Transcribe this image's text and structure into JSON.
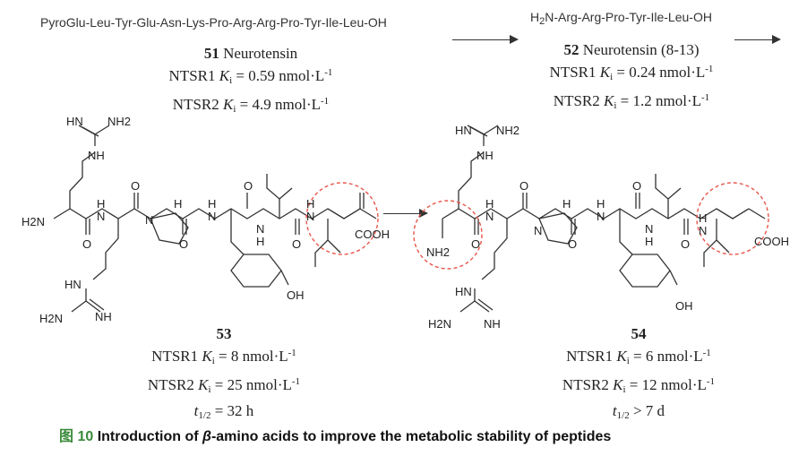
{
  "top": {
    "left_sequence": "PyroGlu-Leu-Tyr-Glu-Asn-Lys-Pro-Arg-Arg-Pro-Tyr-Ile-Leu-OH",
    "right_sequence_prefix": "H",
    "right_sequence_sub": "2",
    "right_sequence_suffix": "N-Arg-Arg-Pro-Tyr-Ile-Leu-OH"
  },
  "compound51": {
    "number": "51",
    "name": "Neurotensin",
    "ntsr1": "0.59",
    "ntsr2": "4.9"
  },
  "compound52": {
    "number": "52",
    "name": "Neurotensin (8-13)",
    "ntsr1": "0.24",
    "ntsr2": "1.2"
  },
  "compound53": {
    "number": "53",
    "ntsr1": "8",
    "ntsr2": "25",
    "half_life": "= 32 h"
  },
  "compound54": {
    "number": "54",
    "ntsr1": "6",
    "ntsr2": "12",
    "half_life": "> 7 d"
  },
  "labels": {
    "ntsr1": "NTSR1",
    "ntsr2": "NTSR2",
    "k": "K",
    "i": "i",
    "t": "t",
    "half": "1/2",
    "eq": "=",
    "unit_nmol": "nmol·L",
    "unit_exp": "-1"
  },
  "atoms": {
    "hn": "HN",
    "nh2": "NH2",
    "nh": "NH",
    "n": "N",
    "h": "H",
    "o": "O",
    "h2n": "H2N",
    "cooh": "COOH",
    "oh": "OH"
  },
  "caption": {
    "figure": "图 10",
    "text_before": "Introduction of ",
    "beta": "β",
    "text_after": "-amino acids to improve the metabolic stability of peptides"
  },
  "colors": {
    "highlight_circle": "#e8554a",
    "caption_figure": "#3a8a3a"
  }
}
